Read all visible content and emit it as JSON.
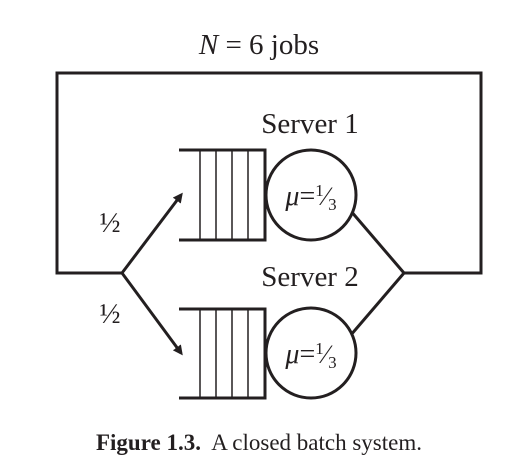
{
  "title": {
    "n_symbol": "N",
    "text": " = 6 jobs"
  },
  "servers": [
    {
      "label": "Server 1",
      "rate_symbol": "μ",
      "rate_eq": "=",
      "rate_num": "1",
      "rate_slash": "⁄",
      "rate_den": "3"
    },
    {
      "label": "Server 2",
      "rate_symbol": "μ",
      "rate_eq": "=",
      "rate_num": "1",
      "rate_slash": "⁄",
      "rate_den": "3"
    }
  ],
  "branches": [
    {
      "prob": "½"
    },
    {
      "prob": "½"
    }
  ],
  "caption": {
    "label": "Figure 1.3.",
    "text": "  A closed batch system."
  },
  "colors": {
    "ink": "#231f20",
    "background": "#ffffff"
  }
}
